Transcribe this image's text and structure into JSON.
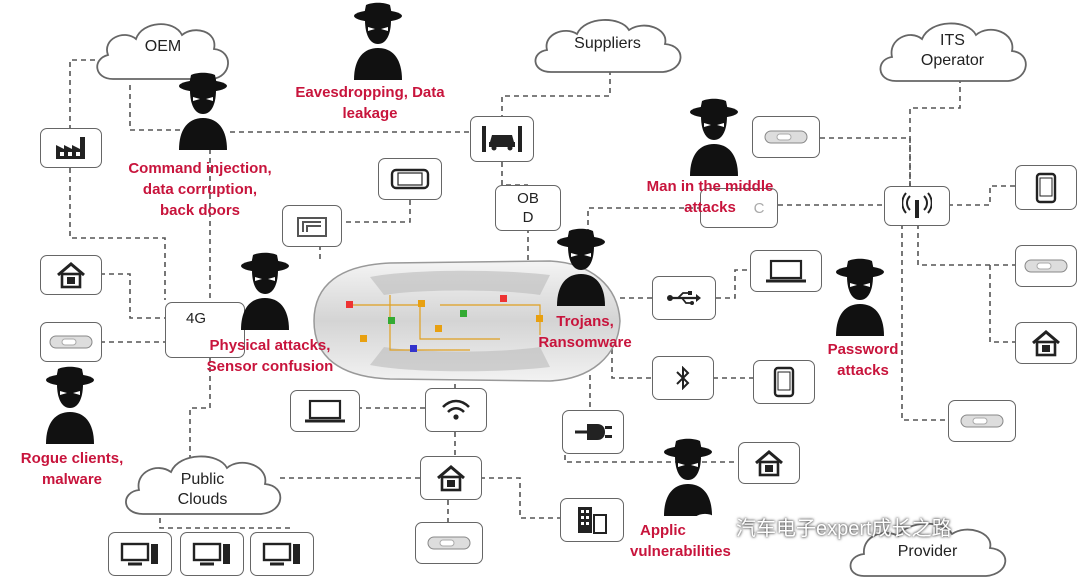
{
  "clouds": {
    "oem": "OEM",
    "suppliers": "Suppliers",
    "its_line1": "ITS",
    "its_line2": "Operator",
    "public_line1": "Public",
    "public_line2": "Clouds",
    "provider": "Provider"
  },
  "hubs": {
    "obd_line1": "OB",
    "obd_line2": "D",
    "fourg": "4G",
    "c_fragment": "C"
  },
  "threats": {
    "eavesdrop_line1": "Eavesdropping, Data",
    "eavesdrop_line2": "leakage",
    "cmd_line1": "Command injection,",
    "cmd_line2": "data corruption,",
    "cmd_line3": "back doors",
    "mitm_line1": "Man in the middle",
    "mitm_line2": "attacks",
    "phys_line1": "Physical attacks,",
    "phys_line2": "Sensor confusion",
    "trojans_line1": "Trojans,",
    "trojans_line2": "Ransomware",
    "password_line1": "Password",
    "password_line2": "attacks",
    "rogue_line1": "Rogue clients,",
    "rogue_line2": "malware",
    "app_line1": "Applic",
    "app_line2": "vulnerabilities"
  },
  "watermark": "汽车电子expert成长之路",
  "colors": {
    "threat": "#c8143c",
    "hacker": "#111111",
    "line": "#555555"
  }
}
